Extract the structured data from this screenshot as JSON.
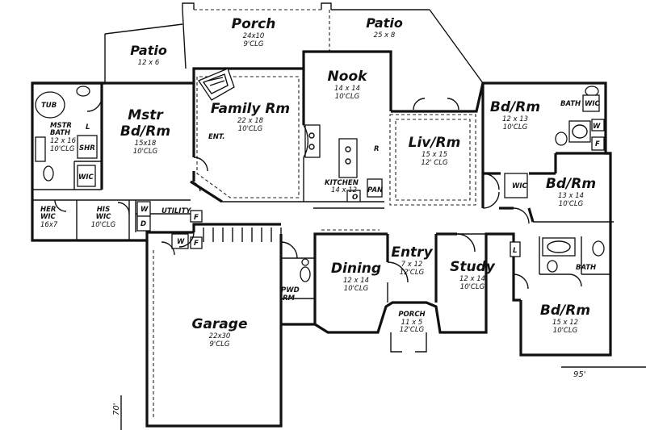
{
  "rooms": {
    "porch_back": {
      "name": "Porch",
      "l1": "24x10",
      "l2": "9'CLG"
    },
    "patio_left": {
      "name": "Patio",
      "l1": "12 x 6"
    },
    "patio_right": {
      "name": "Patio",
      "l1": "25 x 8"
    },
    "nook": {
      "name": "Nook",
      "l1": "14 x 14",
      "l2": "10'CLG"
    },
    "family": {
      "name": "Family Rm",
      "l1": "22 x 18",
      "l2": "10'CLG"
    },
    "master": {
      "name1": "Mstr",
      "name2": "Bd/Rm",
      "l1": "15x18",
      "l2": "10'CLG"
    },
    "master_bath": {
      "name1": "MSTR",
      "name2": "BATH",
      "l1": "12 x 16",
      "l2": "10'CLG"
    },
    "living": {
      "name": "Liv/Rm",
      "l1": "15 x 15",
      "l2": "12' CLG"
    },
    "kitchen": {
      "name": "KITCHEN",
      "l1": "14 x 12"
    },
    "bed1": {
      "name": "Bd/Rm",
      "l1": "12 x 13",
      "l2": "10'CLG"
    },
    "bed2": {
      "name": "Bd/Rm",
      "l1": "13 x 14",
      "l2": "10'CLG"
    },
    "bed3": {
      "name": "Bd/Rm",
      "l1": "15 x 12",
      "l2": "10'CLG"
    },
    "dining": {
      "name": "Dining",
      "l1": "12 x 14",
      "l2": "10'CLG"
    },
    "entry": {
      "name": "Entry",
      "l1": "7 x 12",
      "l2": "12'CLG"
    },
    "study": {
      "name": "Study",
      "l1": "12 x 14",
      "l2": "10'CLG"
    },
    "porch_front": {
      "name": "PORCH",
      "l1": "11 x 5",
      "l2": "12'CLG"
    },
    "garage": {
      "name": "Garage",
      "l1": "22x30",
      "l2": "9'CLG"
    },
    "her_wic": {
      "name": "HER",
      "name2": "WIC",
      "l1": "16x7"
    },
    "his_wic": {
      "name": "HIS",
      "name2": "WIC",
      "l1": "10'CLG"
    },
    "pwd": {
      "name": "PWD",
      "name2": "RM"
    }
  },
  "tags": {
    "tub": "TUB",
    "shr": "SHR",
    "wic": "WIC",
    "l": "L",
    "ent": "ENT.",
    "utility": "UTILITY",
    "w": "W",
    "d": "D",
    "f": "F",
    "r": "R",
    "o": "O",
    "pan": "PAN",
    "bath": "BATH"
  },
  "dimensions": {
    "overall_width": "95'",
    "overall_depth": "70'"
  }
}
